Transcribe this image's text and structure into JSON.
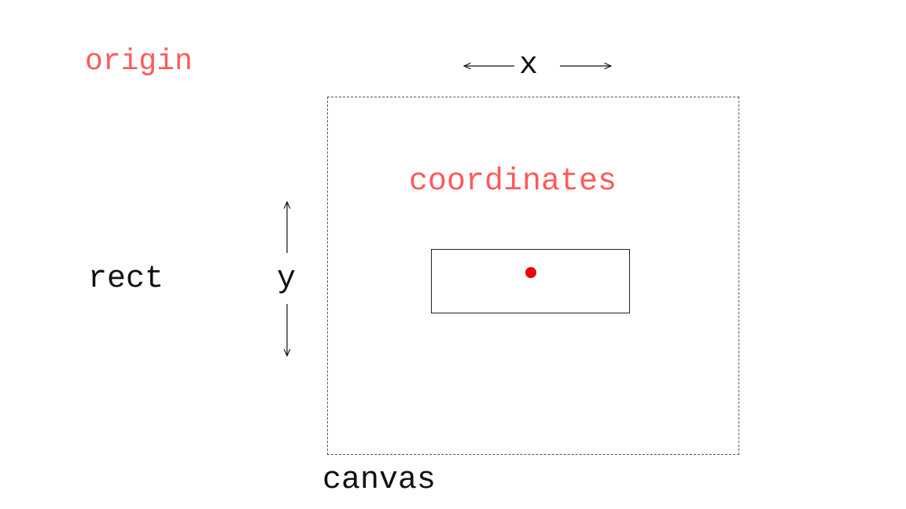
{
  "labels": {
    "origin": "origin",
    "x": "x",
    "coordinates": "coordinates",
    "rect": "rect",
    "y": "y",
    "canvas": "canvas"
  },
  "colors": {
    "highlight_text": "#ff5a5a",
    "point": "#ee0000",
    "text": "#111111",
    "canvas_border": "#555555"
  }
}
